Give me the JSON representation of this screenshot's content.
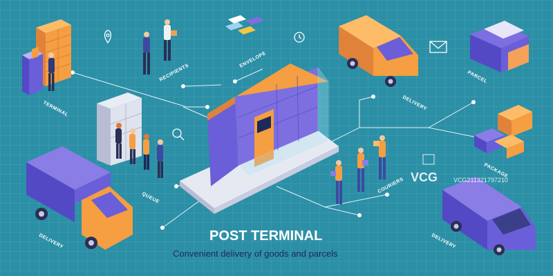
{
  "title": "POST TERMINAL",
  "subtitle": "Convenient delivery of goods and parcels",
  "labels": {
    "terminal": "TERMINAL",
    "recipients": "RECIPIENTS",
    "envelope": "ENVELOPE",
    "delivery_van": "DELIVERY",
    "parcel": "PARCEL",
    "couriers": "COURIERS",
    "package": "PACKAGE",
    "queue": "QUEUE",
    "delivery_truck": "DELIVERY",
    "delivery_minivan": "DELIVERY"
  },
  "watermark": {
    "logo": "VCG",
    "id": "VCG211321797210"
  },
  "colors": {
    "background": "#2b8fa6",
    "accent_orange": "#f59e42",
    "accent_purple": "#6a5fd8",
    "title_text": "#ffffff",
    "subtitle_text": "#1c2a5a"
  }
}
